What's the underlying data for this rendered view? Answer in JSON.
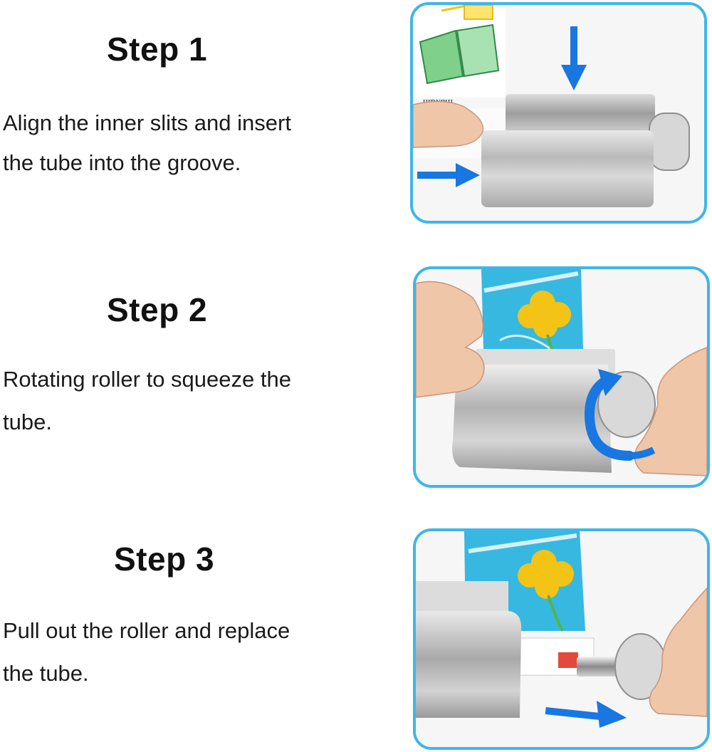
{
  "steps": [
    {
      "title": "Step 1",
      "description_lines": [
        "Align the inner slits and insert",
        "the tube into the groove."
      ],
      "tube_text": "maxdin"
    },
    {
      "title": "Step 2",
      "description_lines": [
        "Rotating roller to squeeze the",
        "tube."
      ]
    },
    {
      "title": "Step 3",
      "description_lines": [
        "Pull out the roller and replace",
        "the tube."
      ]
    }
  ],
  "colors": {
    "frame_border": "#3fb6e8",
    "arrow": "#1877e0",
    "steel": "#c9c9c9",
    "tube_blue": "#35b7df",
    "flower": "#f3c416"
  }
}
